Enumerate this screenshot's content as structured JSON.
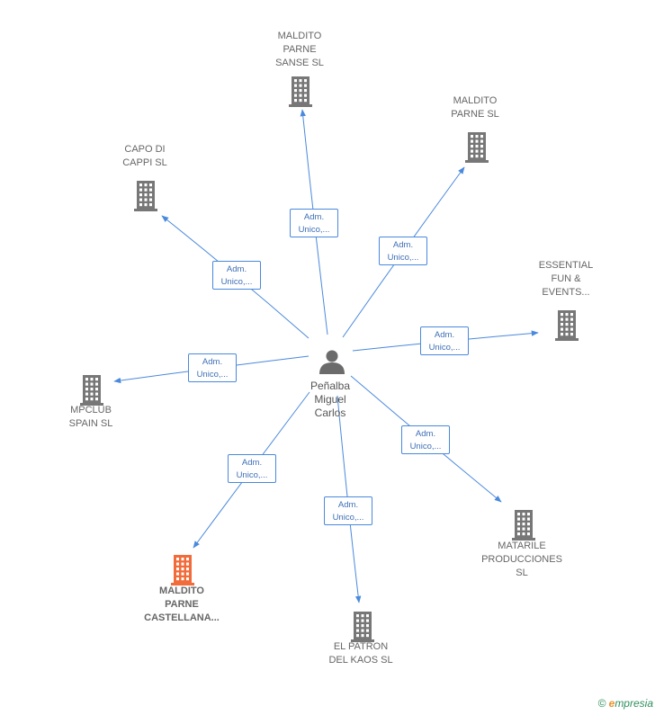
{
  "person": {
    "label": "Peñalba\nMiguel\nCarlos",
    "icon": "person-icon"
  },
  "colors": {
    "edge": "#4a89dc",
    "building": "#777777",
    "building_highlight": "#f26b3a"
  },
  "companies": [
    {
      "id": "sanse",
      "label": "MALDITO\nPARNE\nSANSE  SL",
      "icon": "building-icon",
      "highlight": false
    },
    {
      "id": "parne",
      "label": "MALDITO\nPARNE  SL",
      "icon": "building-icon",
      "highlight": false
    },
    {
      "id": "capo",
      "label": "CAPO DI\nCAPPI  SL",
      "icon": "building-icon",
      "highlight": false
    },
    {
      "id": "essential",
      "label": "ESSENTIAL\nFUN &\nEVENTS...",
      "icon": "building-icon",
      "highlight": false
    },
    {
      "id": "mpclub",
      "label": "MPCLUB\nSPAIN  SL",
      "icon": "building-icon",
      "highlight": false
    },
    {
      "id": "matarile",
      "label": "MATARILE\nPRODUCCIONES\nSL",
      "icon": "building-icon",
      "highlight": false
    },
    {
      "id": "castellana",
      "label": "MALDITO\nPARNE\nCASTELLANA...",
      "icon": "building-icon",
      "highlight": true
    },
    {
      "id": "patron",
      "label": "EL PATRON\nDEL KAOS  SL",
      "icon": "building-icon",
      "highlight": false
    }
  ],
  "edges": [
    {
      "to": "sanse",
      "label": "Adm.\nUnico,..."
    },
    {
      "to": "parne",
      "label": "Adm.\nUnico,..."
    },
    {
      "to": "capo",
      "label": "Adm.\nUnico,..."
    },
    {
      "to": "essential",
      "label": "Adm.\nUnico,..."
    },
    {
      "to": "mpclub",
      "label": "Adm.\nUnico,..."
    },
    {
      "to": "matarile",
      "label": "Adm.\nUnico,..."
    },
    {
      "to": "castellana",
      "label": "Adm.\nUnico,..."
    },
    {
      "to": "patron",
      "label": "Adm.\nUnico,..."
    }
  ],
  "footer": {
    "copyright": "©",
    "brand_initial": "e",
    "brand_rest": "mpresia"
  }
}
